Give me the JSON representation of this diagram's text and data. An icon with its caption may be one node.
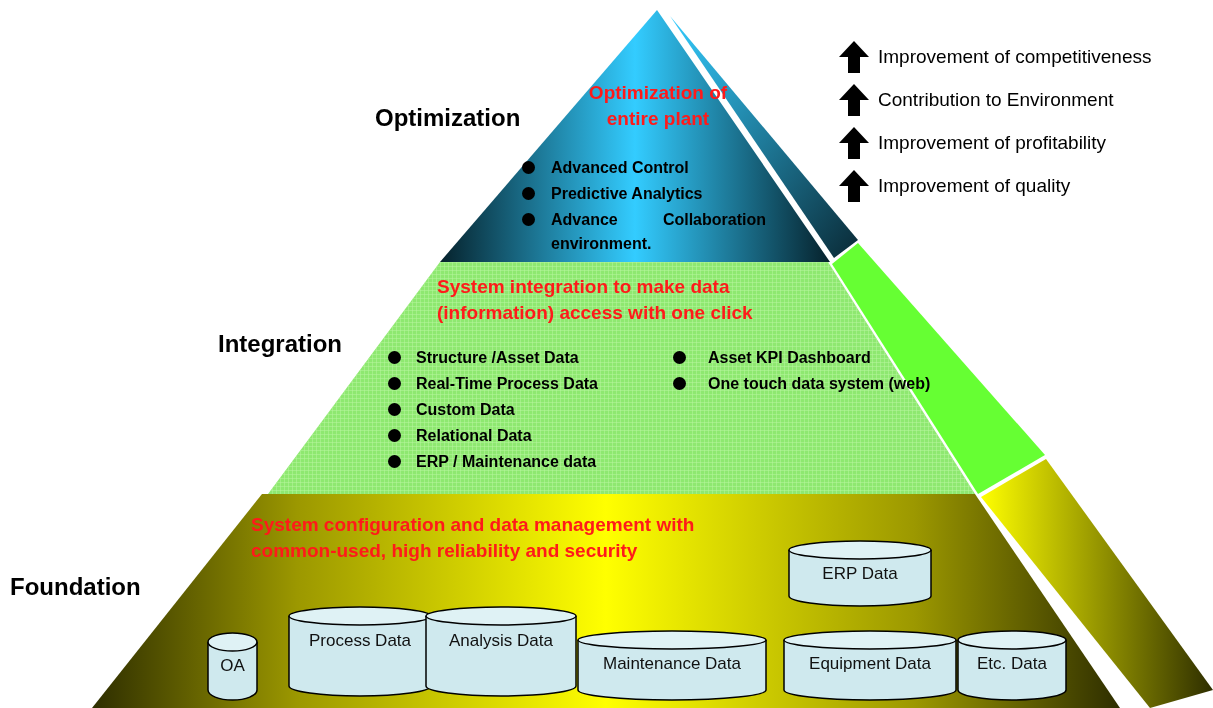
{
  "diagram": {
    "nodes": [
      {
        "text": [
          "Optimization of entire plant",
          "Advanced Control",
          "Predictive Analytics",
          "Advance Collaboration environment."
        ],
        "beside": [
          "Optimization"
        ]
      },
      {
        "text": [
          "System integration to make data (information) access with one click",
          "Structure /Asset Data",
          "Real-Time Process Data",
          "Custom Data",
          "Relational Data",
          "ERP / Maintenance data",
          "Asset KPI Dashboard",
          "One touch data system (web)"
        ],
        "beside": [
          "Integration"
        ]
      },
      {
        "text": [
          "System configuration and data management with common-used, high reliability and security"
        ],
        "beside": [
          "Foundation"
        ]
      },
      {
        "text": [
          "ERP Data"
        ],
        "in": 2
      },
      {
        "text": [
          "OA"
        ],
        "in": 2
      },
      {
        "text": [
          "Process Data"
        ],
        "in": 2
      },
      {
        "text": [
          "Analysis Data"
        ],
        "in": 2
      },
      {
        "text": [
          "Maintenance Data"
        ],
        "in": 2
      },
      {
        "text": [
          "Equipment Data"
        ],
        "in": 2
      },
      {
        "text": [
          "Etc. Data"
        ],
        "in": 2
      }
    ],
    "labels": [
      "Improvement of competitiveness",
      "Contribution to Environment",
      "Improvement of profitability",
      "Improvement of quality"
    ]
  }
}
